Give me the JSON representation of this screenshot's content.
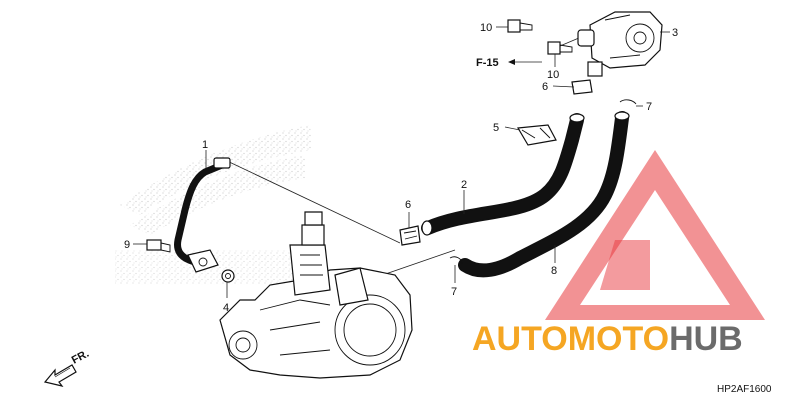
{
  "callouts": [
    {
      "id": "c1",
      "label": "1"
    },
    {
      "id": "c2",
      "label": "2"
    },
    {
      "id": "c3",
      "label": "3"
    },
    {
      "id": "c4",
      "label": "4"
    },
    {
      "id": "c5",
      "label": "5"
    },
    {
      "id": "c6a",
      "label": "6"
    },
    {
      "id": "c6b",
      "label": "6"
    },
    {
      "id": "c7a",
      "label": "7"
    },
    {
      "id": "c7b",
      "label": "7"
    },
    {
      "id": "c8",
      "label": "8"
    },
    {
      "id": "c9",
      "label": "9"
    },
    {
      "id": "c10a",
      "label": "10"
    },
    {
      "id": "c10b",
      "label": "10"
    }
  ],
  "reference": {
    "label": "F-15"
  },
  "direction": {
    "label": "FR."
  },
  "diagram_code": "HP2AF1600",
  "watermark": {
    "part1": "AUTOMOTO",
    "part2": "HUB",
    "color_orange": "#F5A623",
    "color_gray": "#6B6B6B",
    "triangle_color": "#E8383D"
  },
  "background_logo_color": "#C8C8C8"
}
